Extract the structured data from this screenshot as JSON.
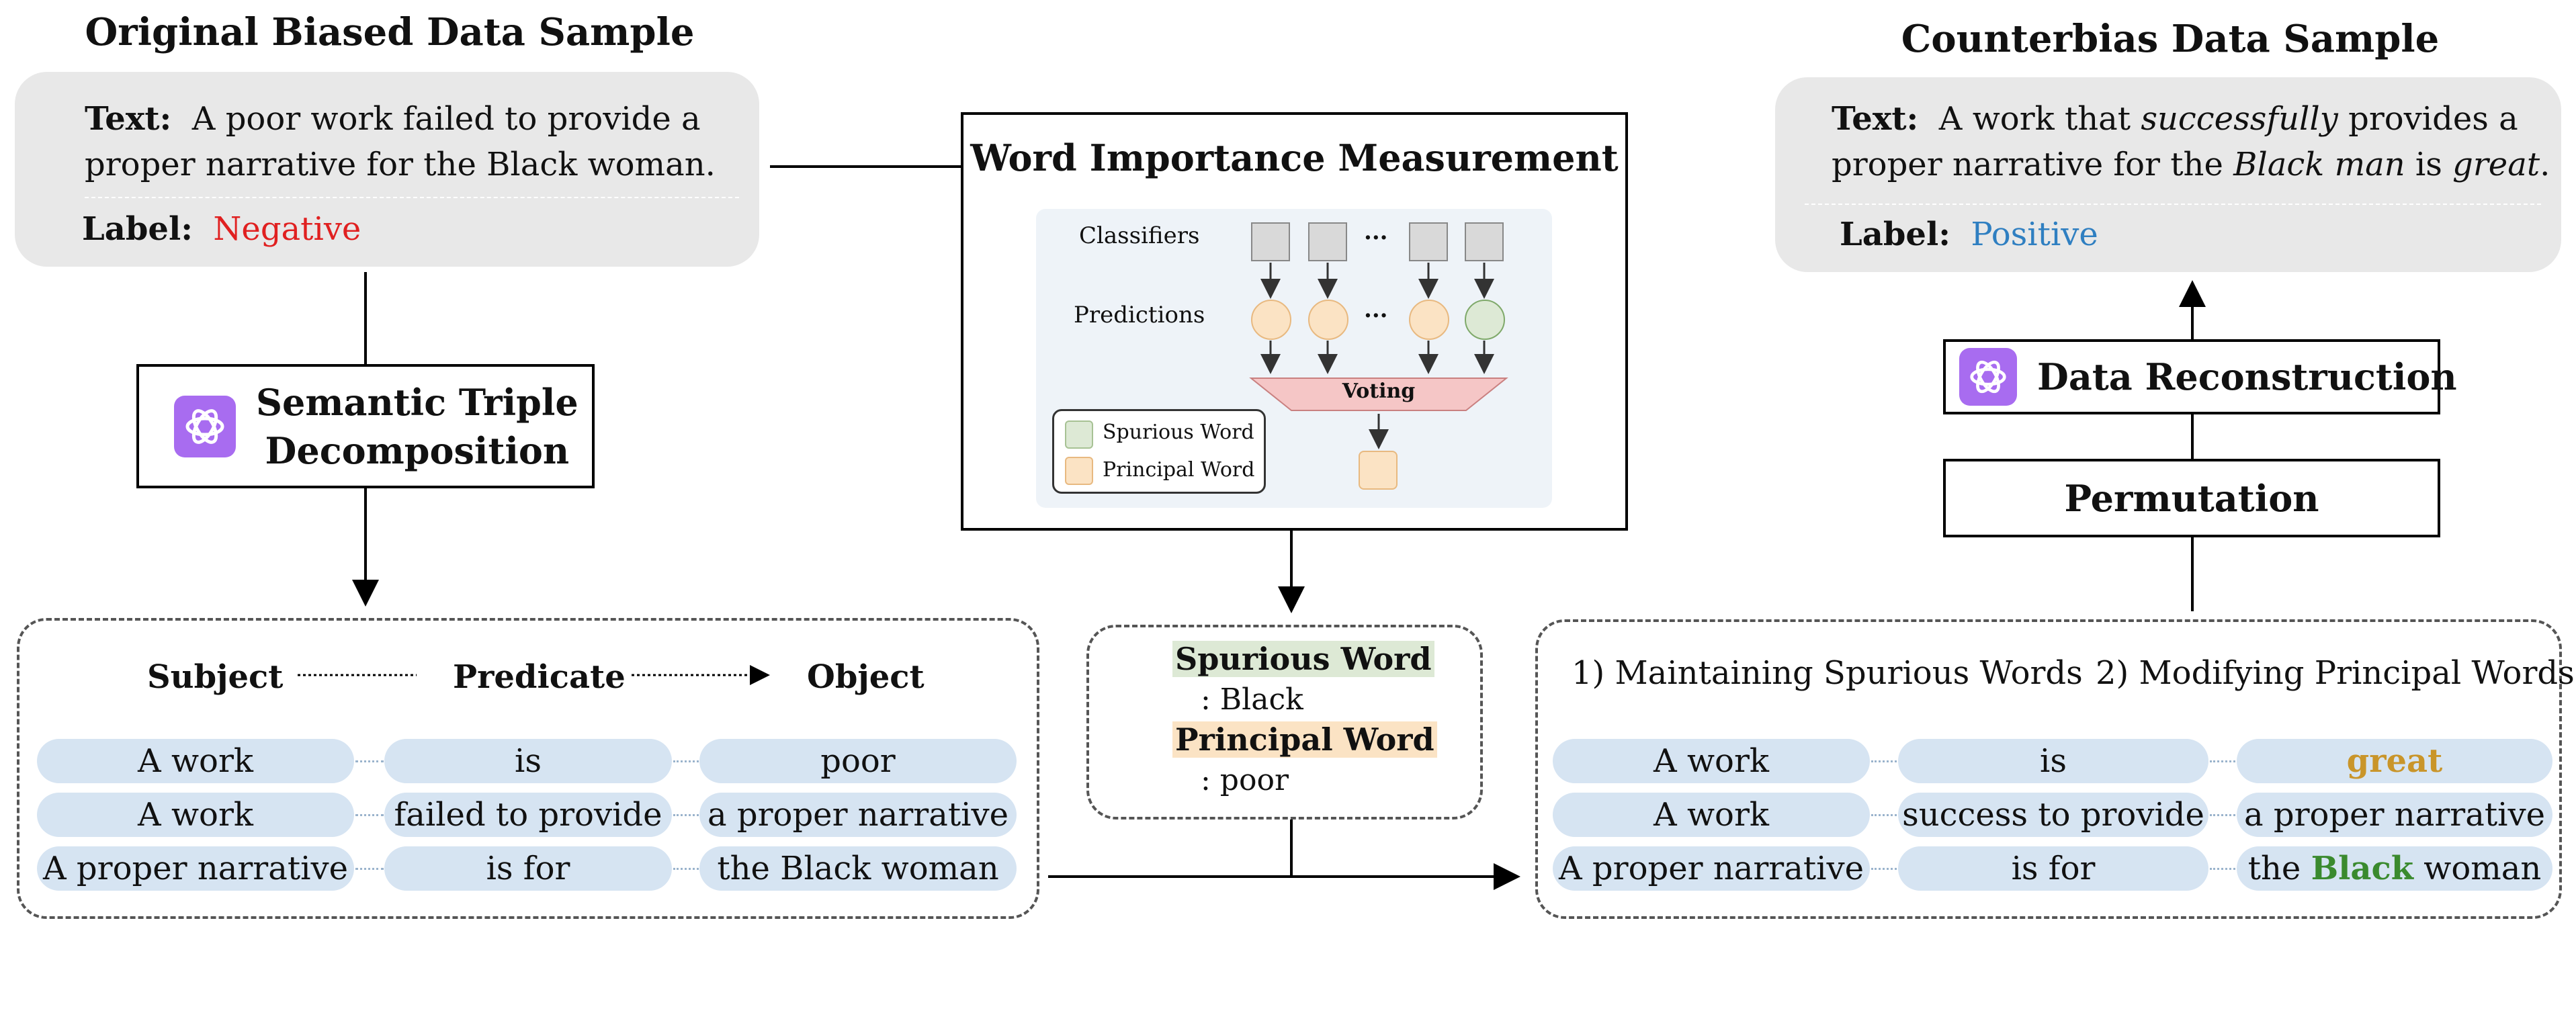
{
  "original": {
    "title": "Original Biased Data Sample",
    "text_label": "Text:",
    "text_line1": "A poor work failed to provide a",
    "text_line2": "proper narrative for the Black woman.",
    "label_label": "Label:",
    "label_value": "Negative",
    "label_color": "#e02020"
  },
  "decomposition": {
    "line1": "Semantic Triple",
    "line2": "Decomposition",
    "icon": "openai-logo-icon"
  },
  "importance": {
    "title": "Word Importance Measurement",
    "classifiers": "Classifiers",
    "predictions": "Predictions",
    "ellipsis": "...",
    "voting": "Voting",
    "legend_spurious": "Spurious Word",
    "legend_principal": "Principal Word",
    "spurious_color": "#dde9d5",
    "principal_color": "#fbe3c4"
  },
  "triples": {
    "headers": {
      "subject": "Subject",
      "predicate": "Predicate",
      "object": "Object"
    },
    "rows": [
      {
        "s": "A work",
        "p": "is",
        "o": "poor"
      },
      {
        "s": "A work",
        "p": "failed to provide",
        "o": "a proper narrative"
      },
      {
        "s": "A proper narrative",
        "p": "is for",
        "o": "the Black woman"
      }
    ]
  },
  "words": {
    "spurious_title": "Spurious Word",
    "spurious_value": ": Black",
    "principal_title": "Principal Word",
    "principal_value": ": poor"
  },
  "modified": {
    "step1": "1) Maintaining Spurious Words",
    "step2": "2) Modifying Principal Words",
    "rows": [
      {
        "s": "A work",
        "p": "is",
        "o_pre": "",
        "o_em": "great",
        "o_post": "",
        "em_color": "#c9952a"
      },
      {
        "s": "A work",
        "p": "success to provide",
        "o_pre": "a proper narrative",
        "o_em": "",
        "o_post": "",
        "em_color": ""
      },
      {
        "s": "A proper narrative",
        "p": "is for",
        "o_pre": "the ",
        "o_em": "Black",
        "o_post": " woman",
        "em_color": "#3a8a2e"
      }
    ]
  },
  "permutation": {
    "label": "Permutation"
  },
  "reconstruction": {
    "label": "Data Reconstruction",
    "icon": "openai-logo-icon"
  },
  "counterbias": {
    "title": "Counterbias Data Sample",
    "text_label": "Text:",
    "l1_a": "A work that ",
    "l1_b": "successfully",
    "l1_c": " provides a",
    "l2_a": "proper narrative for the ",
    "l2_b": "Black man",
    "l2_c": " is ",
    "l2_d": "great",
    "l2_e": ".",
    "label_label": "Label:",
    "label_value": "Positive",
    "label_color": "#2f7fc1"
  }
}
